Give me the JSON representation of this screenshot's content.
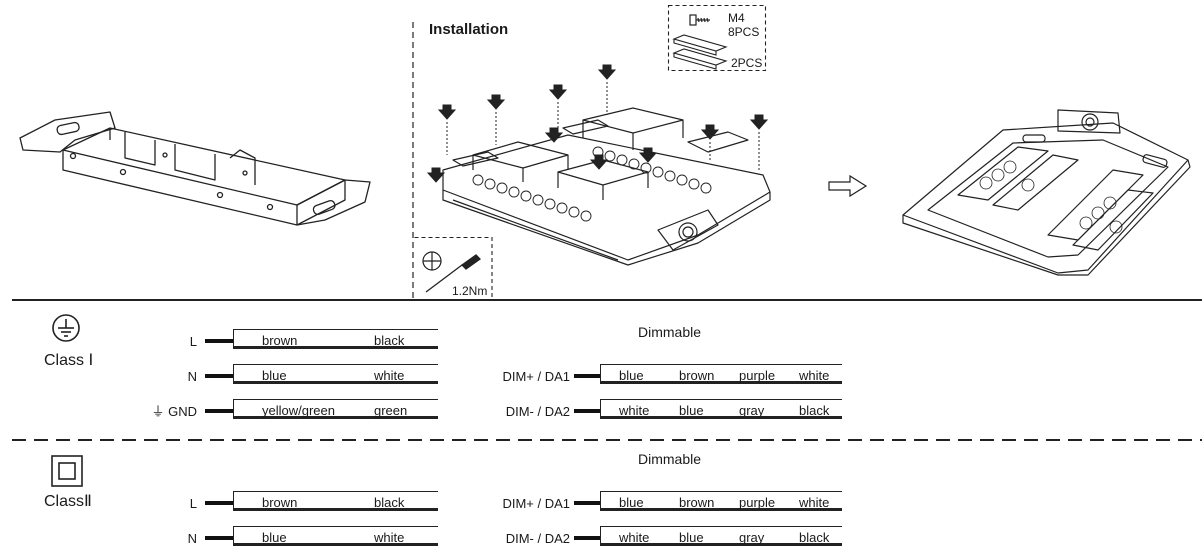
{
  "installation": {
    "title": "Installation",
    "screw_spec": "M4",
    "screw_qty": "8PCS",
    "bracket_qty": "2PCS",
    "torque": "1.2Nm"
  },
  "class1": {
    "label": "Class Ⅰ",
    "wires": [
      {
        "name": "L",
        "colors": [
          "brown",
          "black"
        ]
      },
      {
        "name": "N",
        "colors": [
          "blue",
          "white"
        ]
      },
      {
        "name": "⏚ GND",
        "colors": [
          "yellow/green",
          "green"
        ]
      }
    ],
    "dimmable_title": "Dimmable",
    "dim_wires": [
      {
        "name": "DIM+ / DA1",
        "colors": [
          "blue",
          "brown",
          "purple",
          "white"
        ]
      },
      {
        "name": "DIM- / DA2",
        "colors": [
          "white",
          "blue",
          "gray",
          "black"
        ]
      }
    ]
  },
  "class2": {
    "label": "ClassⅡ",
    "wires": [
      {
        "name": "L",
        "colors": [
          "brown",
          "black"
        ]
      },
      {
        "name": "N",
        "colors": [
          "blue",
          "white"
        ]
      }
    ],
    "dimmable_title": "Dimmable",
    "dim_wires": [
      {
        "name": "DIM+ / DA1",
        "colors": [
          "blue",
          "brown",
          "purple",
          "white"
        ]
      },
      {
        "name": "DIM- / DA2",
        "colors": [
          "white",
          "blue",
          "gray",
          "black"
        ]
      }
    ]
  },
  "icons": {
    "bracket": "mounting-bracket-icon",
    "fixture_exploded": "fixture-exploded-icon",
    "fixture_assembled": "fixture-assembled-icon",
    "arrow": "right-arrow-icon",
    "screwdriver": "screwdriver-icon",
    "earth": "earth-ground-icon",
    "double_insulation": "double-insulation-icon"
  }
}
